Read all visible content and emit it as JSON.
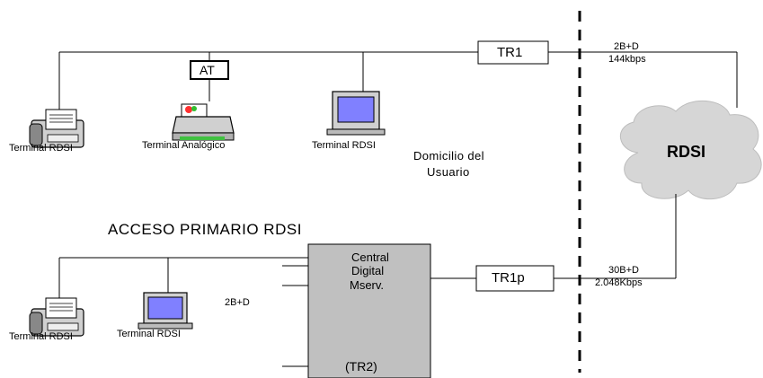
{
  "top_section": {
    "tr1_label": "TR1",
    "at_label": "AT",
    "rate_line1": "2B+D",
    "rate_line2": "144kbps",
    "terminal_rdsi_left": "Terminal RDSI",
    "terminal_analog": "Terminal Analógico",
    "terminal_rdsi_mid": "Terminal RDSI",
    "domicilio_line1": "Domicilio del",
    "domicilio_line2": "Usuario"
  },
  "cloud": {
    "label": "RDSI"
  },
  "bottom_section": {
    "title": "ACCESO PRIMARIO RDSI",
    "central_line1": "Central",
    "central_line2": "Digital",
    "central_line3": "Mserv.",
    "central_bottom": "(TR2)",
    "tr1p_label": "TR1p",
    "rate_line1": "30B+D",
    "rate_line2": "2.048Kbps",
    "bd_label": "2B+D",
    "terminal_rdsi_left": "Terminal RDSI",
    "terminal_rdsi_right": "Terminal RDSI"
  },
  "colors": {
    "line": "#000000",
    "central_fill": "#c0c0c0",
    "cloud_fill": "#d6d6d6",
    "monitor_screen": "#8080ff",
    "device_body": "#c8c8c8"
  }
}
